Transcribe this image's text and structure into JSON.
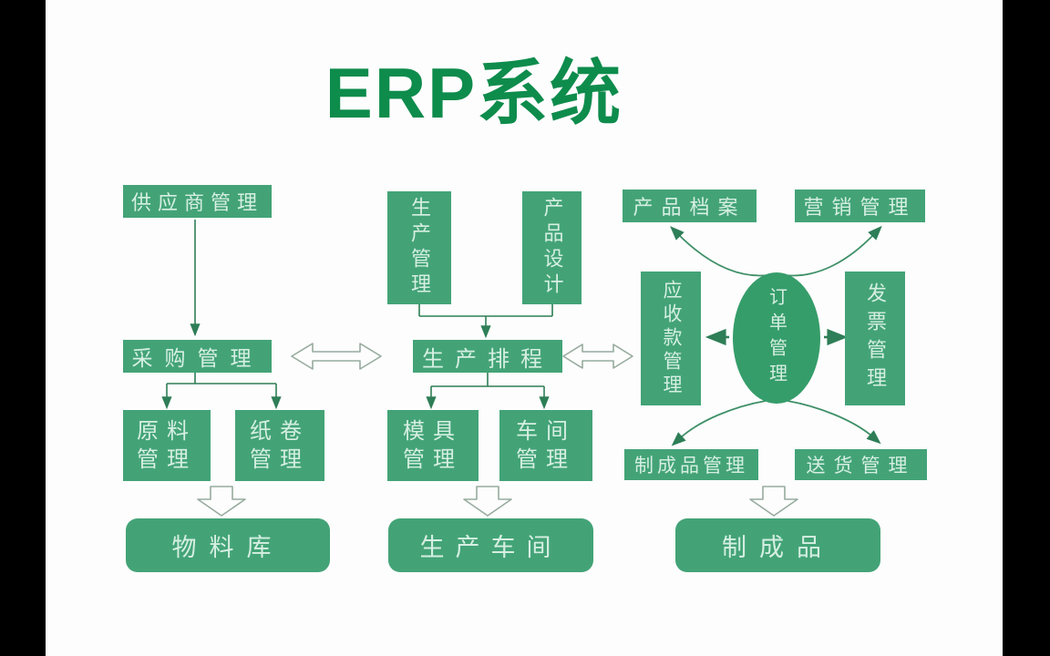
{
  "title": "ERP系统",
  "colors": {
    "box_green": "#43a377",
    "ellipse_green": "#359d6a",
    "box_text": "#d6efe2",
    "title_green": "#0e8c4c",
    "arrow_green": "#2e7e57",
    "hollow_arrow_outline": "#97ab9e",
    "background": "#fdfdfd",
    "side_bars": "#000000"
  },
  "nodes": {
    "supplier": "供应商管理",
    "purchasing": "采购管理",
    "raw_material": "原料管理",
    "paper_roll": "纸卷管理",
    "material_warehouse": "物料库",
    "production_mgmt": "生产管理",
    "product_design": "产品设计",
    "scheduling": "生产排程",
    "mold": "模具管理",
    "workshop_mgmt": "车间管理",
    "production_workshop": "生产车间",
    "product_archive": "产品档案",
    "marketing": "营销管理",
    "receivables": "应收款管理",
    "order_mgmt": "订单管理",
    "invoice": "发票管理",
    "finished_mgmt": "制成品管理",
    "delivery": "送货管理",
    "finished_goods": "制成品"
  },
  "connections": [
    {
      "from": "供应商管理",
      "to": "采购管理",
      "style": "arrow"
    },
    {
      "from": "采购管理",
      "to": "生产排程",
      "style": "double-arrow"
    },
    {
      "from": "采购管理",
      "to": "原料管理",
      "style": "arrow"
    },
    {
      "from": "采购管理",
      "to": "纸卷管理",
      "style": "arrow"
    },
    {
      "from": "原料管理 / 纸卷管理",
      "to": "物料库",
      "style": "block-arrow"
    },
    {
      "from": "生产管理 / 产品设计",
      "to": "生产排程",
      "style": "arrow"
    },
    {
      "from": "生产排程",
      "to": "模具管理",
      "style": "arrow"
    },
    {
      "from": "生产排程",
      "to": "车间管理",
      "style": "arrow"
    },
    {
      "from": "模具管理 / 车间管理",
      "to": "生产车间",
      "style": "block-arrow"
    },
    {
      "from": "生产排程",
      "to": "应收款管理",
      "style": "double-arrow"
    },
    {
      "from": "订单管理",
      "to": "产品档案",
      "style": "curved-arrow"
    },
    {
      "from": "订单管理",
      "to": "营销管理",
      "style": "curved-arrow"
    },
    {
      "from": "订单管理",
      "to": "应收款管理",
      "style": "arrow"
    },
    {
      "from": "订单管理",
      "to": "发票管理",
      "style": "arrow"
    },
    {
      "from": "订单管理",
      "to": "制成品管理",
      "style": "curved-arrow"
    },
    {
      "from": "订单管理",
      "to": "送货管理",
      "style": "curved-arrow"
    },
    {
      "from": "制成品管理 / 送货管理",
      "to": "制成品",
      "style": "block-arrow"
    }
  ]
}
